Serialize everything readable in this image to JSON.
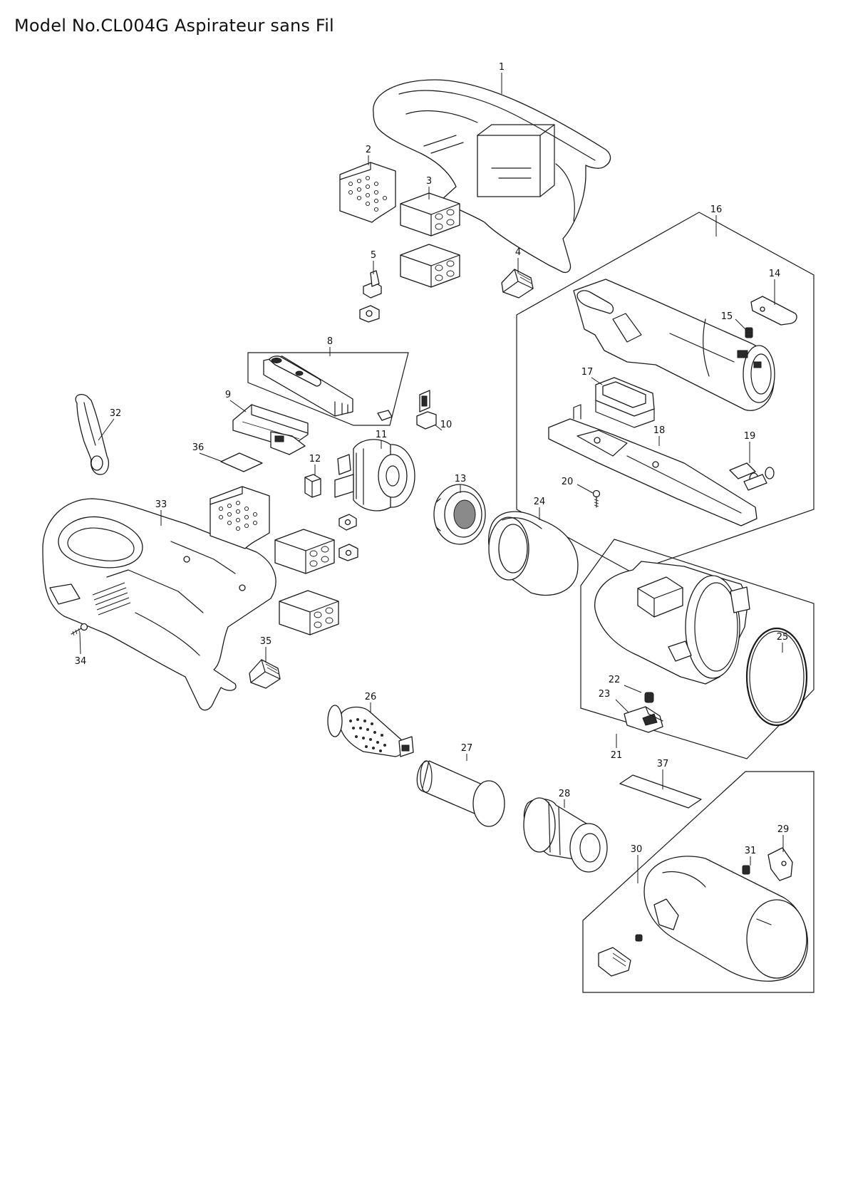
{
  "title": "Model No.CL004G Aspirateur sans Fil",
  "part_labels": {
    "p1": "1",
    "p2": "2",
    "p3": "3",
    "p4": "4",
    "p5": "5",
    "p8": "8",
    "p9": "9",
    "p10": "10",
    "p11": "11",
    "p12": "12",
    "p13": "13",
    "p14": "14",
    "p15": "15",
    "p16": "16",
    "p17": "17",
    "p18": "18",
    "p19": "19",
    "p20": "20",
    "p21": "21",
    "p22": "22",
    "p23": "23",
    "p24": "24",
    "p25": "25",
    "p26": "26",
    "p27": "27",
    "p28": "28",
    "p29": "29",
    "p30": "30",
    "p31": "31",
    "p32": "32",
    "p33": "33",
    "p34": "34",
    "p35": "35",
    "p36": "36",
    "p37": "37"
  }
}
